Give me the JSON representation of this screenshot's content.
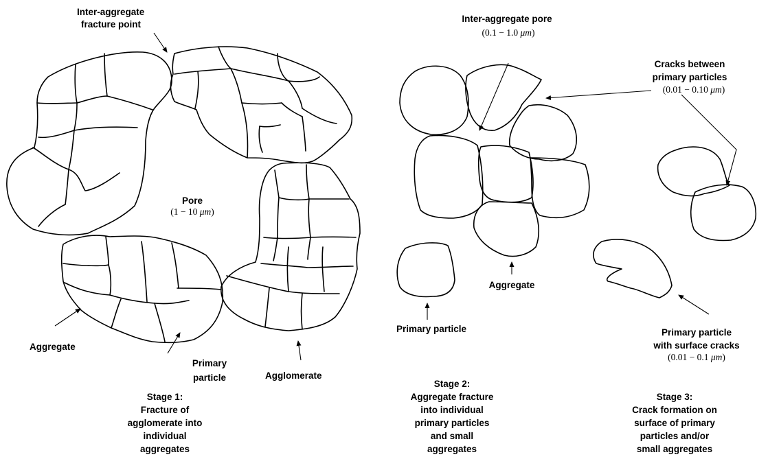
{
  "stage1": {
    "fracture_point_1": "Inter-aggregate",
    "fracture_point_2": "fracture point",
    "pore_label": "Pore",
    "pore_range": "(1 − 10",
    "pore_unit": "μm",
    "pore_close": ")",
    "aggregate": "Aggregate",
    "primary_particle_1": "Primary",
    "primary_particle_2": "particle",
    "agglomerate": "Agglomerate",
    "caption": [
      "Stage 1:",
      "Fracture of",
      "agglomerate into",
      "individual",
      "aggregates"
    ]
  },
  "stage2": {
    "pore_label": "Inter-aggregate pore",
    "pore_range": "(0.1 − 1.0",
    "pore_unit": "μm",
    "pore_close": ")",
    "aggregate": "Aggregate",
    "primary_particle": "Primary particle",
    "caption": [
      "Stage 2:",
      "Aggregate fracture",
      "into individual",
      "primary particles",
      "and small",
      "aggregates"
    ]
  },
  "stage3": {
    "cracks_1": "Cracks between",
    "cracks_2": "primary  particles",
    "cracks_range": "(0.01 − 0.10",
    "cracks_unit": "μm",
    "cracks_close": ")",
    "surface_1": "Primary particle",
    "surface_2": "with surface cracks",
    "surface_range": "(0.01 − 0.1",
    "surface_unit": "μm",
    "surface_close": ")",
    "caption": [
      "Stage 3:",
      "Crack formation on",
      "surface of primary",
      "particles and/or",
      "small aggregates"
    ]
  }
}
